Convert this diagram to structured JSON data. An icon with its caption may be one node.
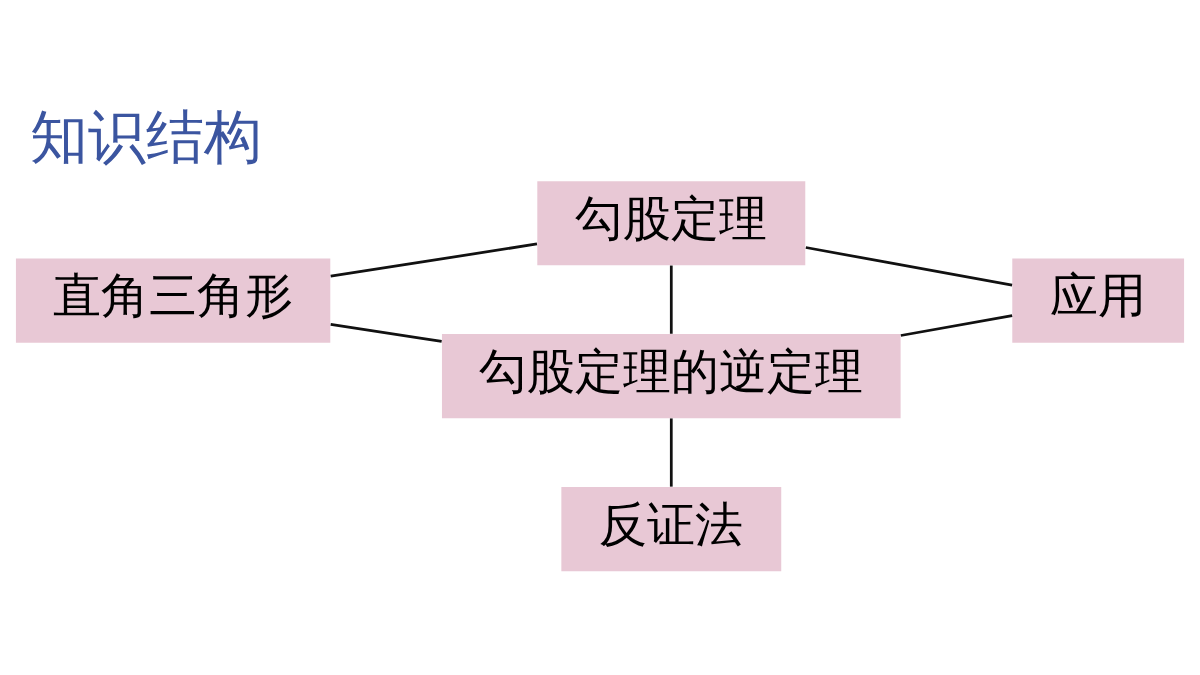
{
  "diagram": {
    "title": "知识结构",
    "nodes": [
      {
        "text": [
          "直角三角形"
        ]
      },
      {
        "text": [
          "勾股定理"
        ]
      },
      {
        "text": [
          "勾股定理的逆定理"
        ]
      },
      {
        "text": [
          "反证法"
        ]
      },
      {
        "text": [
          "应用"
        ]
      }
    ],
    "edges": [
      {
        "from": 0,
        "to": 1,
        "arrow": "none"
      },
      {
        "from": 0,
        "to": 2,
        "arrow": "none"
      },
      {
        "from": 1,
        "to": 2,
        "arrow": "none"
      },
      {
        "from": 1,
        "to": 4,
        "arrow": "none"
      },
      {
        "from": 2,
        "to": 4,
        "arrow": "none"
      },
      {
        "from": 2,
        "to": 3,
        "arrow": "none"
      }
    ]
  }
}
